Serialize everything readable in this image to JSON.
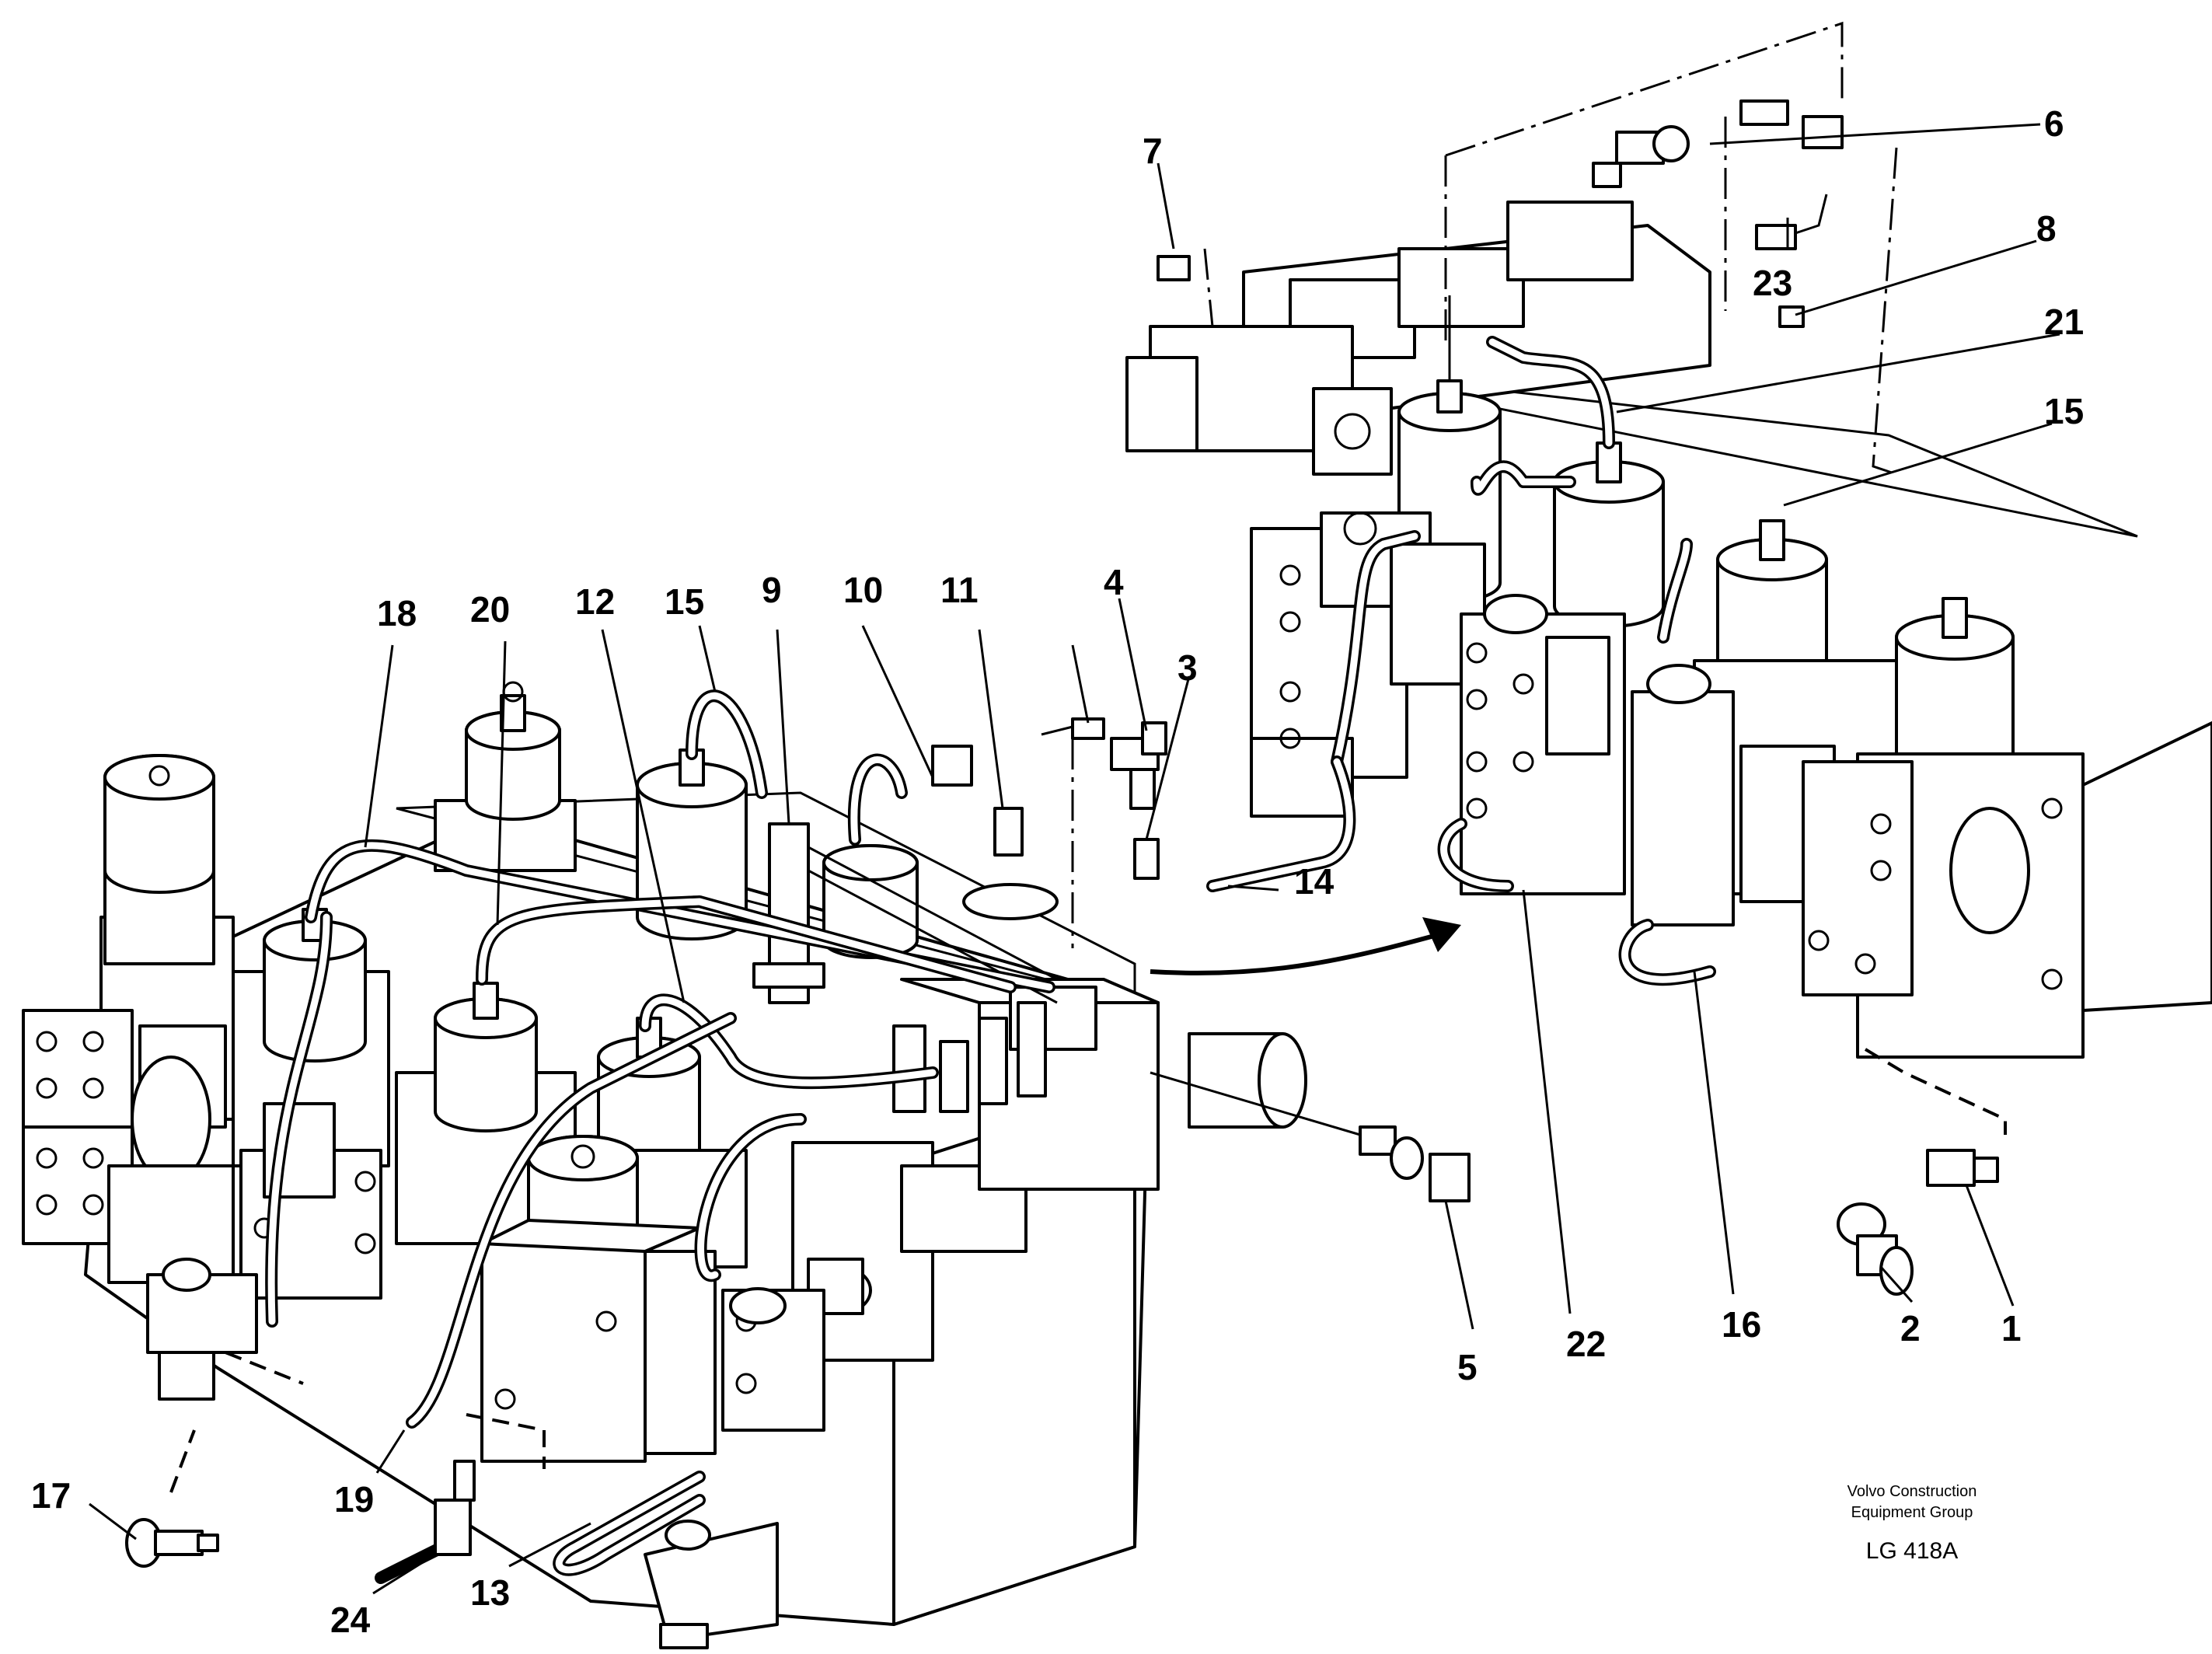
{
  "diagram": {
    "callouts": [
      "1",
      "2",
      "3",
      "4",
      "5",
      "6",
      "7",
      "8",
      "9",
      "10",
      "11",
      "12",
      "13",
      "14",
      "15",
      "15",
      "16",
      "17",
      "18",
      "19",
      "20",
      "21",
      "22",
      "23",
      "24"
    ],
    "caption": {
      "company_line1": "Volvo Construction",
      "company_line2": "Equipment Group",
      "reference": "LG 418A"
    }
  }
}
